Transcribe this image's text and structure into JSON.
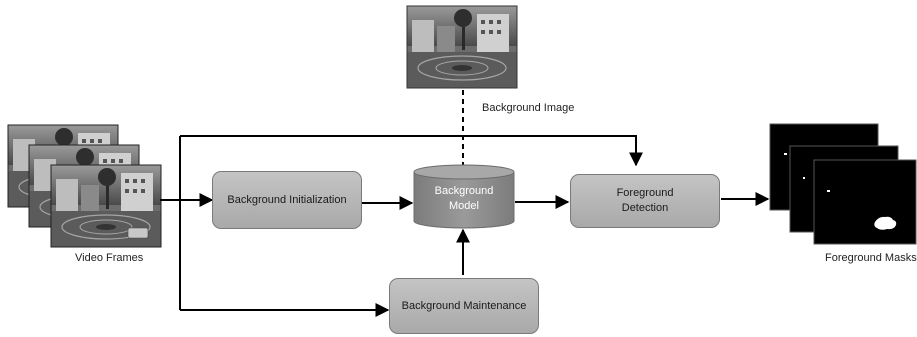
{
  "labels": {
    "background_image": "Background Image",
    "video_frames": "Video Frames",
    "foreground_masks": "Foreground Masks"
  },
  "boxes": {
    "background_initialization": "Background Initialization",
    "background_model_line1": "Background",
    "background_model_line2": "Model",
    "foreground_detection_line1": "Foreground",
    "foreground_detection_line2": "Detection",
    "background_maintenance": "Background Maintenance"
  },
  "colors": {
    "box_fill": "#b5b5b5",
    "cylinder_fill": "#8c8c8c",
    "arrow": "#000000"
  }
}
